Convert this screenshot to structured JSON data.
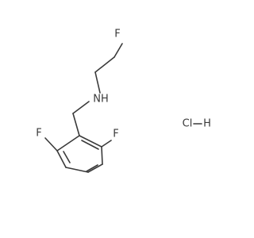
{
  "molecule": {
    "atoms": {
      "f_top": "F",
      "nh": "NH",
      "f_left": "F",
      "f_right": "F",
      "cl": "Cl",
      "h": "H"
    },
    "colors": {
      "bond": "#3a3a3a",
      "label": "#3a3a3a",
      "background": "#ffffff"
    }
  }
}
